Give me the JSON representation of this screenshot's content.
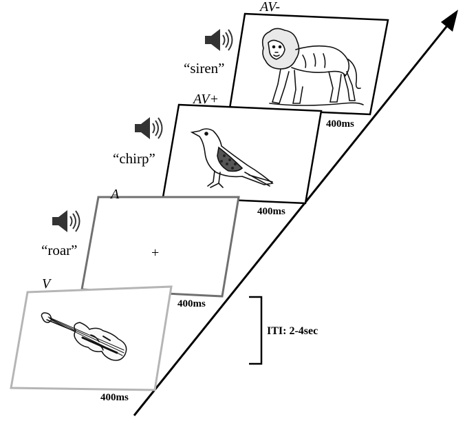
{
  "trials": [
    {
      "condition": "V",
      "sound_word": "",
      "stimulus": "violin-drawing",
      "duration": "400ms",
      "frame_color": "#b5b5b5"
    },
    {
      "condition": "A",
      "sound_word": "“roar”",
      "stimulus": "fixation-cross",
      "fixation": "+",
      "duration": "400ms",
      "frame_color": "#707070"
    },
    {
      "condition": "AV+",
      "sound_word": "“chirp”",
      "stimulus": "bird-drawing",
      "duration": "400ms",
      "frame_color": "#000000"
    },
    {
      "condition": "AV-",
      "sound_word": "“siren”",
      "stimulus": "lion-drawing",
      "duration": "400ms",
      "frame_color": "#000000"
    }
  ],
  "iti_label": "ITI: 2-4sec",
  "icons": {
    "sound": "speaker-icon",
    "time": "arrow-icon"
  }
}
